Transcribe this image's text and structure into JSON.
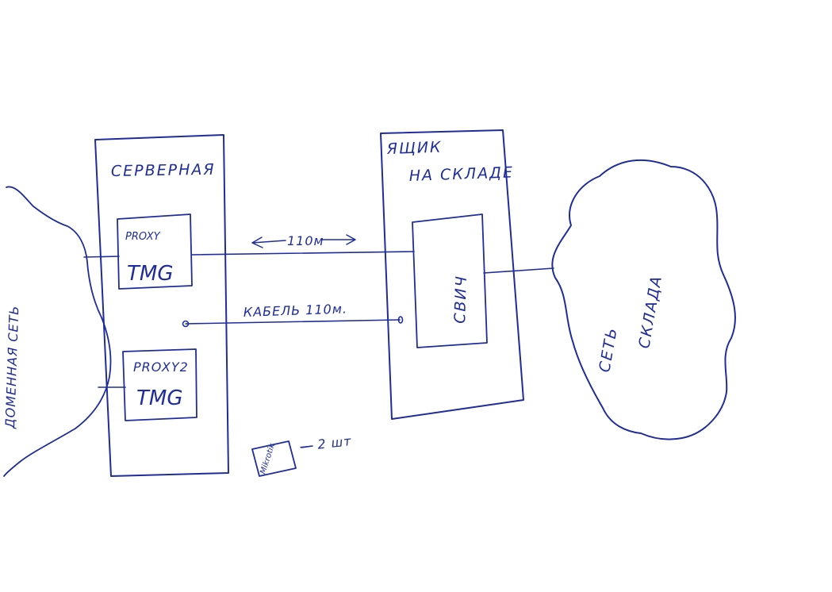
{
  "ink_color": "#1f2d9c",
  "labels": {
    "domain_network": "ДОМЕННАЯ СЕТЬ",
    "server_room": "СЕРВЕРНАЯ",
    "proxy1_name": "PROXY",
    "proxy1_sub": "TMG",
    "proxy2_name": "PROXY2",
    "proxy2_sub": "TMG",
    "distance": "110м",
    "cable": "КАБЕЛЬ 110м.",
    "warehouse_box_line1": "ЯЩИК",
    "warehouse_box_line2": "НА СКЛАДЕ",
    "switch": "СВИЧ",
    "warehouse_net_line1": "СЕТЬ",
    "warehouse_net_line2": "СКЛАДА",
    "mikrotik": "Mikrotik",
    "mikrotik_count": "— 2 шт"
  }
}
